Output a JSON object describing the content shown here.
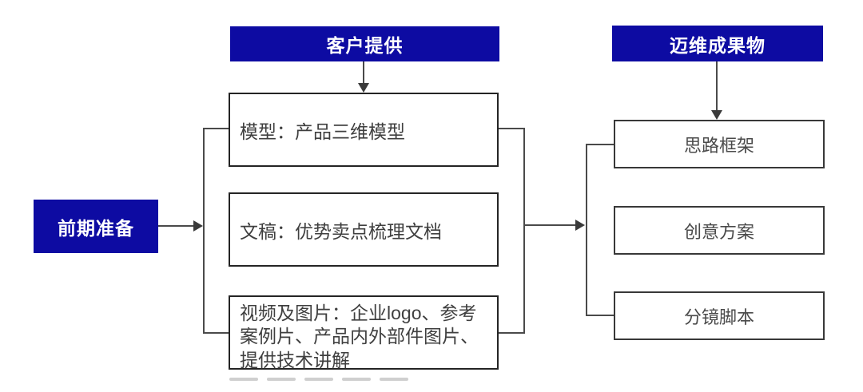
{
  "stage": {
    "label": "前期准备"
  },
  "client": {
    "header": "客户提供",
    "boxes": [
      {
        "label": "模型：产品三维模型"
      },
      {
        "label": "文稿：优势卖点梳理文档"
      },
      {
        "label": "视频及图片：企业logo、参考案例片、产品内外部件图片、提供技术讲解"
      }
    ]
  },
  "deliverables": {
    "header": "迈维成果物",
    "boxes": [
      {
        "label": "思路框架"
      },
      {
        "label": "创意方案"
      },
      {
        "label": "分镜脚本"
      }
    ]
  },
  "colors": {
    "accent_blue": "#0d0ba2",
    "line_gray": "#4a4a4a",
    "box_border": "#242424",
    "text_dark": "#3f3f3f"
  }
}
